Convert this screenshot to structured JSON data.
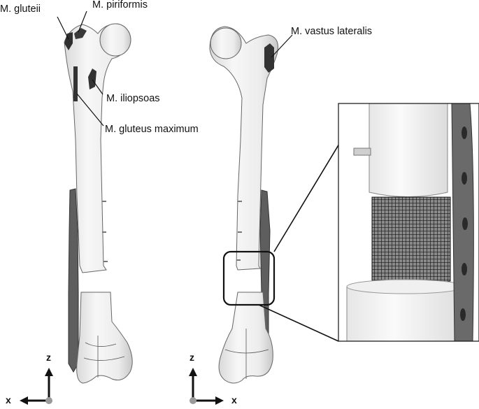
{
  "labels": {
    "gluteii": "M. gluteii",
    "piriformis": "M. piriformis",
    "vastus_lateralis": "M. vastus lateralis",
    "iliopsoas": "M. iliopsoas",
    "gluteus_maximum": "M. gluteus maximum"
  },
  "axes_left": {
    "z": "z",
    "x": "x"
  },
  "axes_right": {
    "z": "z",
    "x": "x"
  },
  "colors": {
    "bone": "#f3f3f3",
    "bone_shadow": "#cfcfcf",
    "outline": "#555555",
    "muscle": "#333333",
    "plate": "#5a5a5a",
    "mesh": "#1a1a1a"
  }
}
